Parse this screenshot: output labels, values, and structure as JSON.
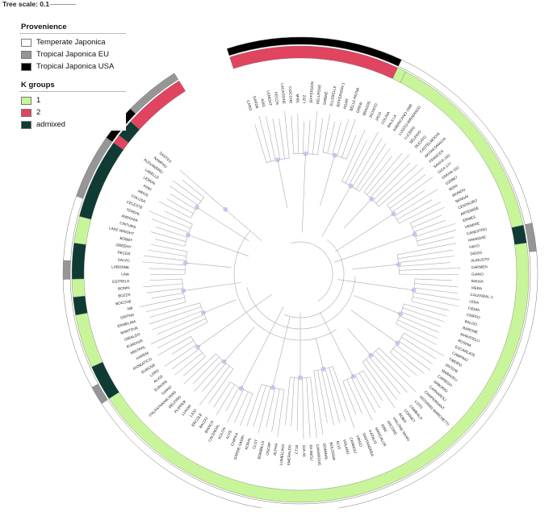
{
  "scale_label": "Tree scale: 0.1",
  "legend": {
    "provenience_title": "Provenience",
    "provenience": [
      {
        "label": "Temperate Japonica",
        "color": "#ffffff"
      },
      {
        "label": "Tropical Japonica EU",
        "color": "#969696"
      },
      {
        "label": "Tropical Japonica USA",
        "color": "#000000"
      }
    ],
    "k_title": "K groups",
    "k": [
      {
        "label": "1",
        "color": "#c9f59a"
      },
      {
        "label": "2",
        "color": "#e0445f"
      },
      {
        "label": "admixed",
        "color": "#0f3b34"
      }
    ]
  },
  "leaves": [
    "CARO",
    "GARDE",
    "A301",
    "LEMONT",
    "PECOS",
    "LACASSINE",
    "CIOCCHE",
    "M401",
    "L202",
    "JEFFERSON",
    "DELLROSE",
    "SABINE",
    "ELLEBELLE",
    "JEFFERSON-1",
    "AGAR",
    "BELLE PATNA",
    "GREW",
    "BRAZOS",
    "JACINTO",
    "JACO",
    "COLINA",
    "BALILLA",
    "AMERICANO-1600",
    "LUSITO-IRRADIADO",
    "LUCERO",
    "SELENIO",
    "DUCATO",
    "CASTELMOCHI",
    "AKITAKOMACHI",
    "FRANCES",
    "SAKHA-103",
    "GIZA-177",
    "SAKHA-102",
    "GZ6867",
    "M204",
    "MONDO",
    "SENGAI",
    "CENTAURO",
    "ARTEMIDE",
    "ERMES",
    "VENERE",
    "CANESTRO",
    "HAMADAE",
    "HAYO",
    "DIGOS",
    "AUGUSTO",
    "CARMEN",
    "GIANO",
    "BAIXIA",
    "VIERA",
    "CALENDAL-1",
    "LEDA",
    "CIEMA",
    "CRIFFO",
    "BALDO",
    "BARONE",
    "MARATELLI",
    "ROSINA",
    "ESCARLATE",
    "CAMPINO",
    "TIBERIO",
    "ANTONI",
    "MARAVELI",
    "CARIEGO",
    "ARBORIO",
    "CARNAROLI",
    "CAMPERNANT",
    "GIOVANNI MARCHETTI",
    "LOTO",
    "CAMBALO",
    "CORNET",
    "ROBO",
    "VIALONE NANO",
    "ARCORE",
    "RIBE",
    "MANGALUR",
    "KATALIS",
    "SANTANDREA",
    "VIRGO",
    "CANNOLI",
    "VOLANO",
    "ELIO",
    "BOLOGNA",
    "DOMINAL",
    "CAMARGUE",
    "PA-MIOLI",
    "GIA-40",
    "CT18",
    "SMERALDO",
    "LOMELLINO",
    "ALPHA",
    "OSCAR",
    "BOMBILLA",
    "CLOT",
    "KORAL",
    "GARDE-SADRI",
    "CHIPKA",
    "ALFE",
    "KULON",
    "CALENDAL",
    "BIANCA",
    "BALDO",
    "ERCOLE",
    "LIDO",
    "LUXOR",
    "FLIPPER",
    "DELFINO",
    "ITALPATNA/NILYANG",
    "GIANO",
    "EUROPA",
    "ALICE",
    "LORD",
    "EUROSE",
    "ANSEATICO",
    "HAREM",
    "MISTRAL",
    "EUROGIS",
    "GIRALDO",
    "MANTOVA",
    "ERMELINA",
    "GRITNA",
    "M8",
    "BOCCHE",
    "BOZZA",
    "BONNI",
    "ESTRELA",
    "UNA",
    "LABONNE",
    "SALVO",
    "PECOS",
    "GREENY",
    "BOBBY",
    "LAKE WRIGHT",
    "CINTURA",
    "ANDONIA",
    "TENDAL",
    "CELESTE",
    "COLUSA",
    "ARICE",
    "KING",
    "LEMON",
    "LABELLE",
    "ALEXANDRO",
    "NAMPHU",
    "SANTEX"
  ],
  "segments": {
    "k_groups": [
      {
        "from": 0,
        "to": 19,
        "group": "2"
      },
      {
        "from": 19,
        "to": 20,
        "group": "1"
      },
      {
        "from": 20,
        "to": 42,
        "group": "1"
      },
      {
        "from": 42,
        "to": 44,
        "group": "admixed"
      },
      {
        "from": 44,
        "to": 112,
        "group": "1"
      },
      {
        "from": 112,
        "to": 116,
        "group": "admixed"
      },
      {
        "from": 116,
        "to": 122,
        "group": "1"
      },
      {
        "from": 122,
        "to": 124,
        "group": "admixed"
      },
      {
        "from": 124,
        "to": 126,
        "group": "1"
      },
      {
        "from": 126,
        "to": 130,
        "group": "admixed"
      },
      {
        "from": 130,
        "to": 133,
        "group": "1"
      },
      {
        "from": 133,
        "to": 142,
        "group": "admixed"
      },
      {
        "from": 142,
        "to": 143,
        "group": "2"
      },
      {
        "from": 143,
        "to": 145,
        "group": "admixed"
      },
      {
        "from": 145,
        "to": 152,
        "group": "2"
      }
    ],
    "provenience": [
      {
        "from": 0,
        "to": 19,
        "origin": "Tropical Japonica USA"
      },
      {
        "from": 19,
        "to": 42,
        "origin": "Temperate Japonica"
      },
      {
        "from": 42,
        "to": 45,
        "origin": "Tropical Japonica EU"
      },
      {
        "from": 45,
        "to": 112,
        "origin": "Temperate Japonica"
      },
      {
        "from": 112,
        "to": 114,
        "origin": "Tropical Japonica EU"
      },
      {
        "from": 114,
        "to": 126,
        "origin": "Temperate Japonica"
      },
      {
        "from": 126,
        "to": 128,
        "origin": "Tropical Japonica EU"
      },
      {
        "from": 128,
        "to": 135,
        "origin": "Temperate Japonica"
      },
      {
        "from": 135,
        "to": 142,
        "origin": "Tropical Japonica EU"
      },
      {
        "from": 142,
        "to": 146,
        "origin": "Tropical Japonica USA"
      },
      {
        "from": 146,
        "to": 152,
        "origin": "Tropical Japonica EU"
      }
    ]
  }
}
